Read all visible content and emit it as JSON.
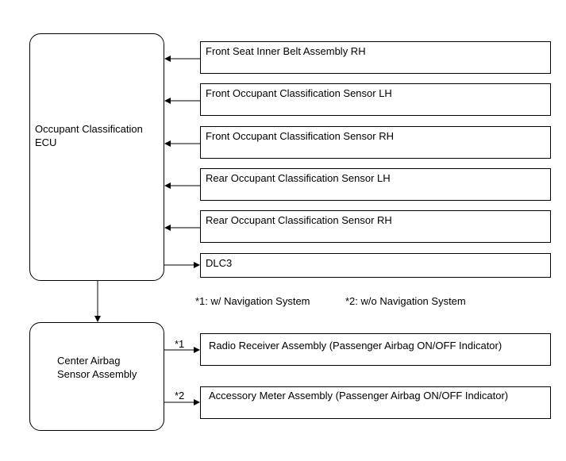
{
  "ecu": {
    "line1": "Occupant Classification",
    "line2": "ECU"
  },
  "airbag": {
    "line1": "Center Airbag",
    "line2": "Sensor Assembly"
  },
  "inputs": [
    "Front Seat Inner Belt Assembly RH",
    "Front Occupant Classification Sensor LH",
    "Front Occupant Classification Sensor RH",
    "Rear Occupant Classification Sensor LH",
    "Rear Occupant Classification Sensor RH"
  ],
  "dlc": "DLC3",
  "notes": {
    "note1": "*1: w/ Navigation System",
    "note2": "*2: w/o Navigation System"
  },
  "outputs": [
    {
      "mark": "*1",
      "label": "Radio Receiver Assembly (Passenger Airbag ON/OFF Indicator)"
    },
    {
      "mark": "*2",
      "label": "Accessory Meter Assembly (Passenger Airbag ON/OFF Indicator)"
    }
  ]
}
